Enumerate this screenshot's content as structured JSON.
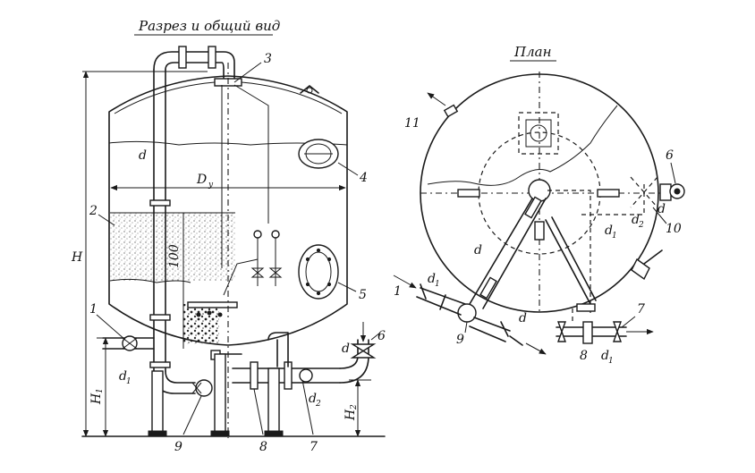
{
  "titles": {
    "section_view": "Разрез и общий вид",
    "plan": "План"
  },
  "dimensions": {
    "height_total": "H",
    "height_1": "H",
    "height_1_sub": "1",
    "height_2": "H",
    "height_2_sub": "2",
    "nominal_diameter": "D",
    "nominal_diameter_sub": "у",
    "layer_100": "100"
  },
  "pipe_labels": {
    "d": "d",
    "d1": "d",
    "d1_sub": "1",
    "d2": "d",
    "d2_sub": "2"
  },
  "section_callouts": [
    "1",
    "2",
    "3",
    "4",
    "5",
    "6",
    "7",
    "8",
    "9"
  ],
  "plan_callouts": [
    "1",
    "6",
    "7",
    "8",
    "9",
    "10",
    "11"
  ]
}
